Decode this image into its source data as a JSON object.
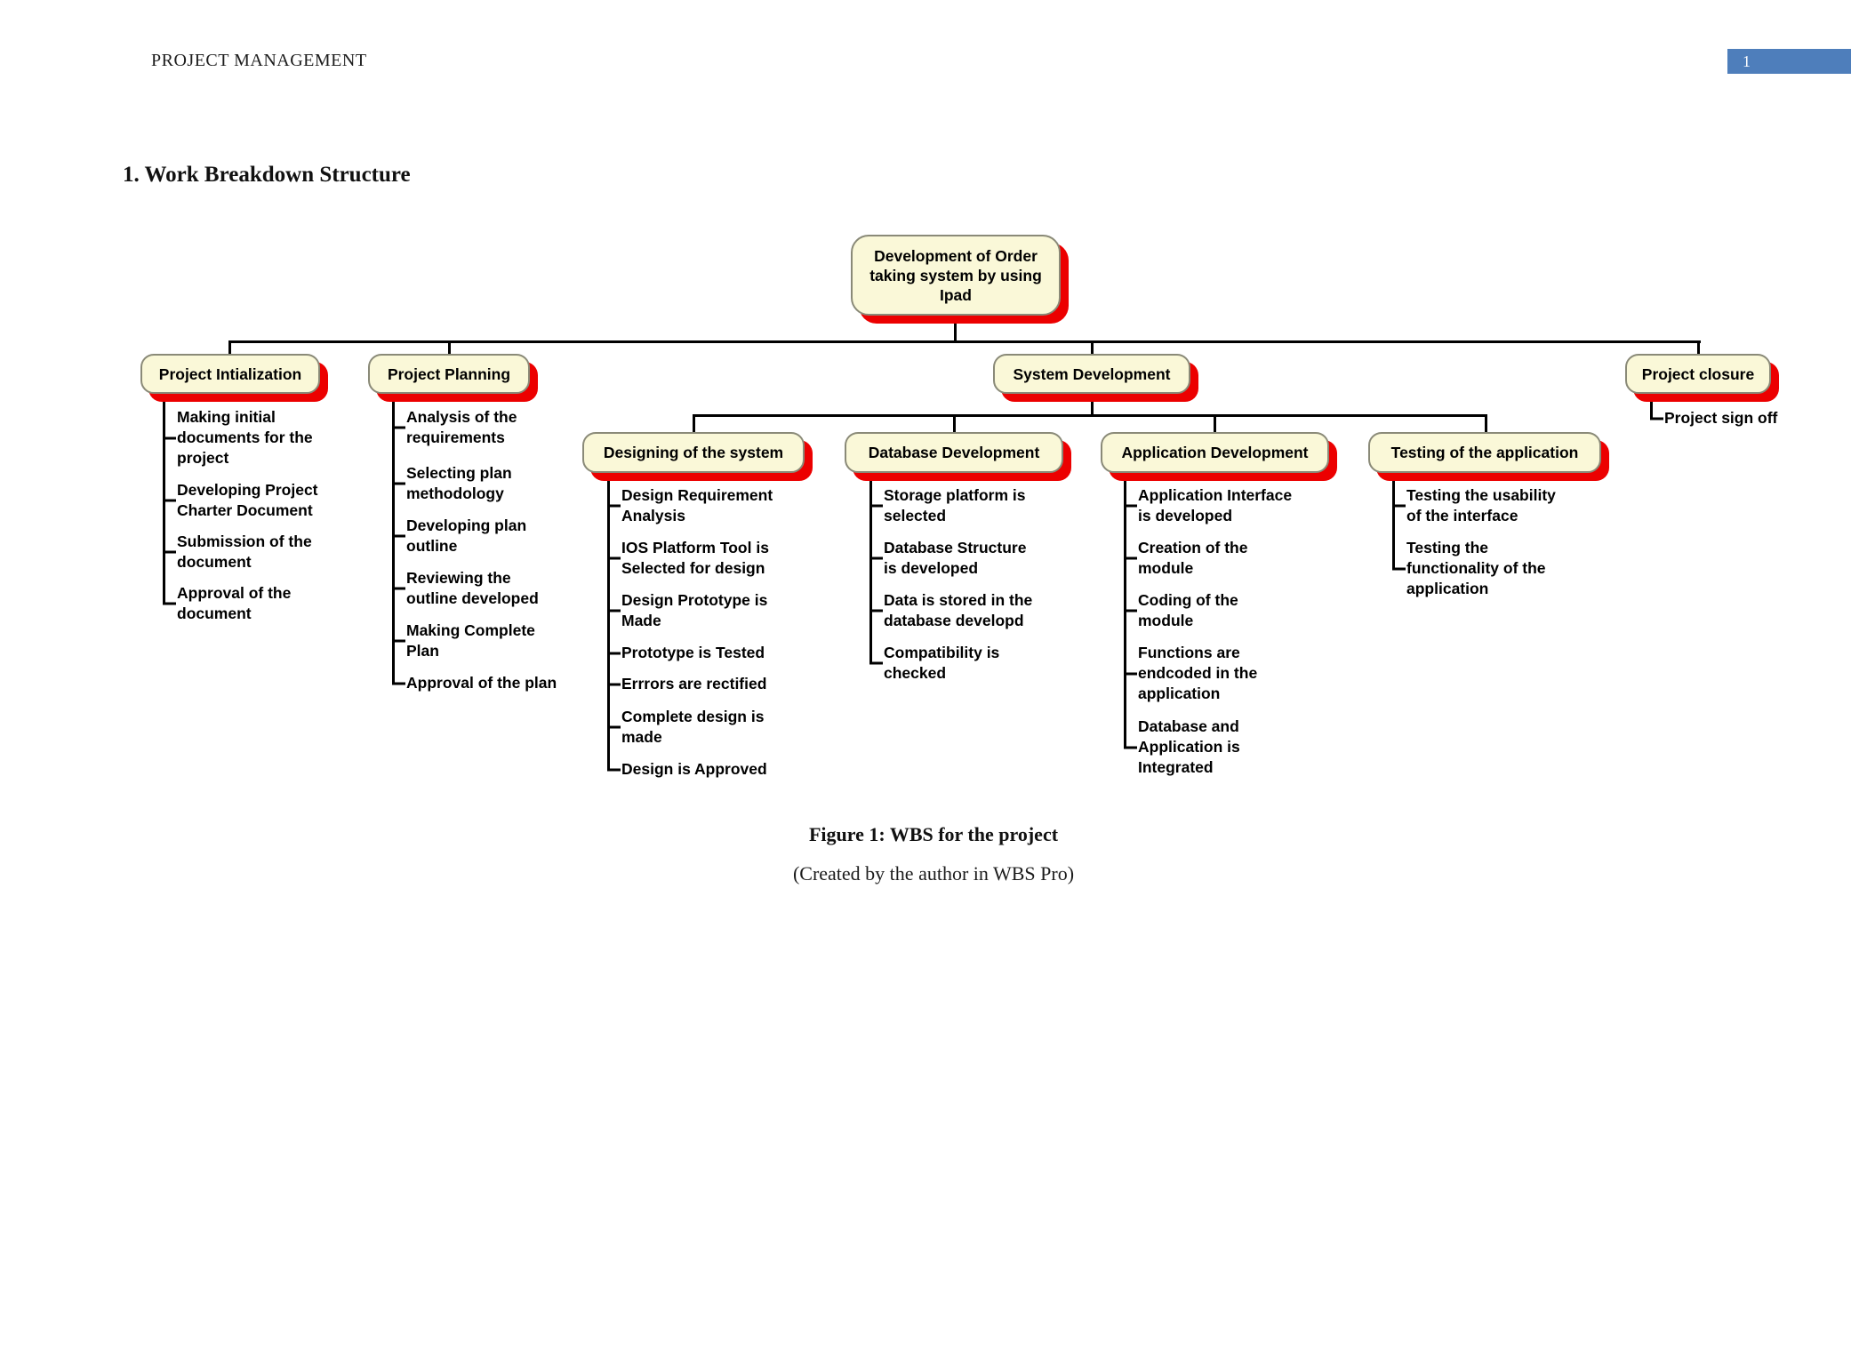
{
  "document": {
    "header": "PROJECT MANAGEMENT",
    "page_number": "1",
    "section_title": "1. Work Breakdown Structure",
    "figure_caption": "Figure 1: WBS for the project",
    "figure_credit": "(Created by the author in WBS Pro)"
  },
  "colors": {
    "node_fill": "#faf8d8",
    "node_shadow_red": "#ec0000",
    "connector": "#000000",
    "page_number_bg": "#4e7ebb"
  },
  "wbs": {
    "root": "Development of Order\ntaking system by using\nIpad",
    "project_initialization": {
      "label": "Project Intialization",
      "tasks": [
        "Making initial\ndocuments for the\nproject",
        "Developing Project\nCharter Document",
        "Submission of the\ndocument",
        "Approval of the\ndocument"
      ]
    },
    "project_planning": {
      "label": "Project Planning",
      "tasks": [
        "Analysis of the\nrequirements",
        "Selecting plan\nmethodology",
        "Developing plan\noutline",
        "Reviewing the\noutline developed",
        "Making Complete\nPlan",
        "Approval of the plan"
      ]
    },
    "system_development": {
      "label": "System Development",
      "designing": {
        "label": "Designing of the system",
        "tasks": [
          "Design Requirement\nAnalysis",
          "IOS Platform Tool is\nSelected for design",
          "Design Prototype is\nMade",
          "Prototype is Tested",
          "Errrors are rectified",
          "Complete design is\nmade",
          "Design is Approved"
        ]
      },
      "database": {
        "label": "Database Development",
        "tasks": [
          "Storage platform is\nselected",
          "Database Structure\nis developed",
          "Data is stored in the\ndatabase developd",
          "Compatibility is\nchecked"
        ]
      },
      "application": {
        "label": "Application Development",
        "tasks": [
          "Application Interface\nis developed",
          "Creation of the\nmodule",
          "Coding of the\nmodule",
          "Functions are\nendcoded in the\napplication",
          "Database and\nApplication is\nIntegrated"
        ]
      },
      "testing": {
        "label": "Testing of the application",
        "tasks": [
          "Testing the usability\nof the interface",
          "Testing the\nfunctionality of the\napplication"
        ]
      }
    },
    "project_closure": {
      "label": "Project closure",
      "tasks": [
        "Project sign off"
      ]
    }
  }
}
